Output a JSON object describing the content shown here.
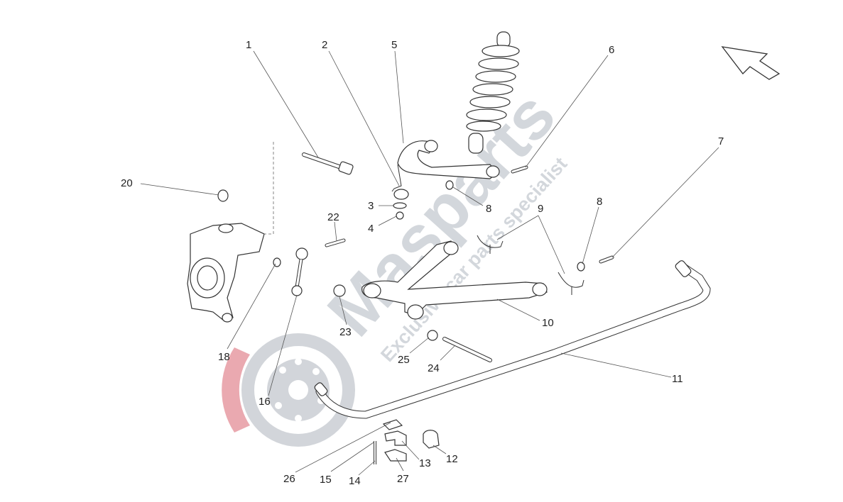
{
  "watermark": {
    "brand": "Masparts",
    "tagline": "Exclusive car parts specialist",
    "logo_accent": "#e8a0a8",
    "logo_gray": "#cdd1d6"
  },
  "callouts": [
    {
      "id": "c1",
      "label": "1"
    },
    {
      "id": "c2",
      "label": "2"
    },
    {
      "id": "c3",
      "label": "3"
    },
    {
      "id": "c4",
      "label": "4"
    },
    {
      "id": "c5",
      "label": "5"
    },
    {
      "id": "c6",
      "label": "6"
    },
    {
      "id": "c7",
      "label": "7"
    },
    {
      "id": "c8a",
      "label": "8"
    },
    {
      "id": "c8b",
      "label": "8"
    },
    {
      "id": "c9",
      "label": "9"
    },
    {
      "id": "c10",
      "label": "10"
    },
    {
      "id": "c11",
      "label": "11"
    },
    {
      "id": "c12",
      "label": "12"
    },
    {
      "id": "c13",
      "label": "13"
    },
    {
      "id": "c14",
      "label": "14"
    },
    {
      "id": "c15",
      "label": "15"
    },
    {
      "id": "c16",
      "label": "16"
    },
    {
      "id": "c18",
      "label": "18"
    },
    {
      "id": "c20",
      "label": "20"
    },
    {
      "id": "c22",
      "label": "22"
    },
    {
      "id": "c23",
      "label": "23"
    },
    {
      "id": "c24",
      "label": "24"
    },
    {
      "id": "c25",
      "label": "25"
    },
    {
      "id": "c26",
      "label": "26"
    },
    {
      "id": "c27",
      "label": "27"
    }
  ],
  "orientation_arrow": "arrow-icon"
}
